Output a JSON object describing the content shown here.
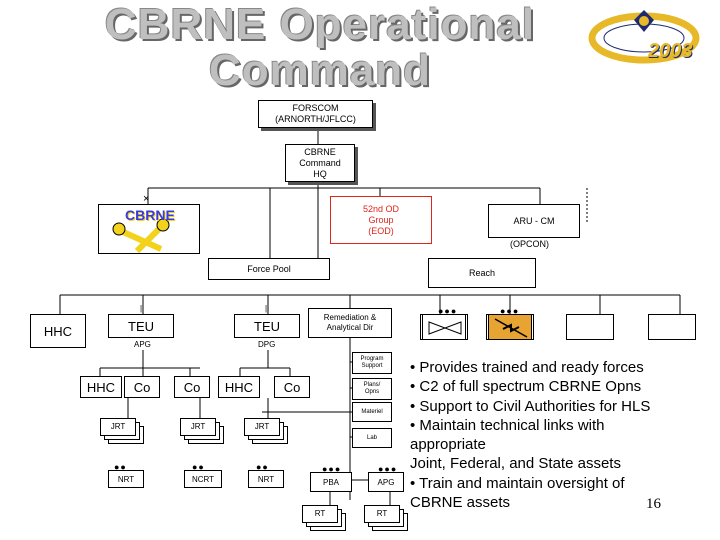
{
  "title_line1": "CBRNE Operational",
  "title_line2": "Command",
  "logo_year": "2003",
  "nodes": {
    "forscom": [
      "FORSCOM",
      "(ARNORTH/JFLCC)"
    ],
    "cbrne_hq": [
      "CBRNE",
      "Command",
      "HQ"
    ],
    "cbrne_unit": "CBRNE",
    "od_group": [
      "52nd OD",
      "Group",
      "(EOD)"
    ],
    "aru_cm": "ARU - CM",
    "opcon": "(OPCON)",
    "force_pool": "Force Pool",
    "reach": "Reach",
    "hhc_left": "HHC",
    "teu_apg": "TEU",
    "apg": "APG",
    "teu_dpg": "TEU",
    "dpg": "DPG",
    "remediation": [
      "Remediation &",
      "Analytical Dir"
    ],
    "hhc_a": "HHC",
    "co_a": "Co",
    "co_b": "Co",
    "hhc_b": "HHC",
    "co_c": "Co",
    "program_support": [
      "Program",
      "Support"
    ],
    "plans_ops": [
      "Plans/",
      "Opns"
    ],
    "materiel": "Materiel",
    "lab": "Lab",
    "jrt1": "JRT",
    "jrt2": "JRT",
    "jrt3": "JRT",
    "nrt1": "NRT",
    "ncrt": "NCRT",
    "nrt2": "NRT",
    "pba": "PBA",
    "apg_small": "APG",
    "rt1": "RT",
    "rt2": "RT"
  },
  "bullets": [
    "• Provides trained and ready forces",
    "• C2 of full spectrum CBRNE Opns",
    "• Support to Civil Authorities for HLS",
    "• Maintain technical links with",
    "appropriate",
    "  Joint, Federal, and State assets",
    "• Train and maintain oversight of",
    "  CBRNE assets"
  ],
  "page_number": "16",
  "colors": {
    "title": "#bfbfbf",
    "od_text": "#e0251b",
    "cbrne_blue": "#3b3bdc",
    "cbrne_yellow": "#f2d21b",
    "logo_gold": "#e7b928",
    "logo_navy": "#1f2a6e"
  }
}
